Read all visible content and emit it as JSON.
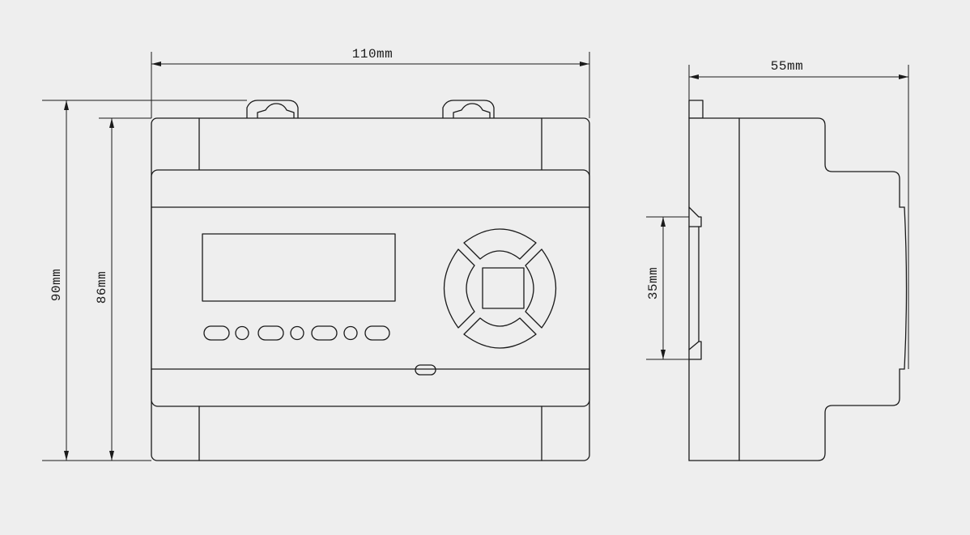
{
  "dimensions": {
    "width_label": "110mm",
    "depth_label": "55mm",
    "height_outer_label": "90mm",
    "height_inner_label": "86mm",
    "rail_label": "35mm"
  },
  "colors": {
    "background": "#eeeeee",
    "line": "#1a1a1a"
  }
}
